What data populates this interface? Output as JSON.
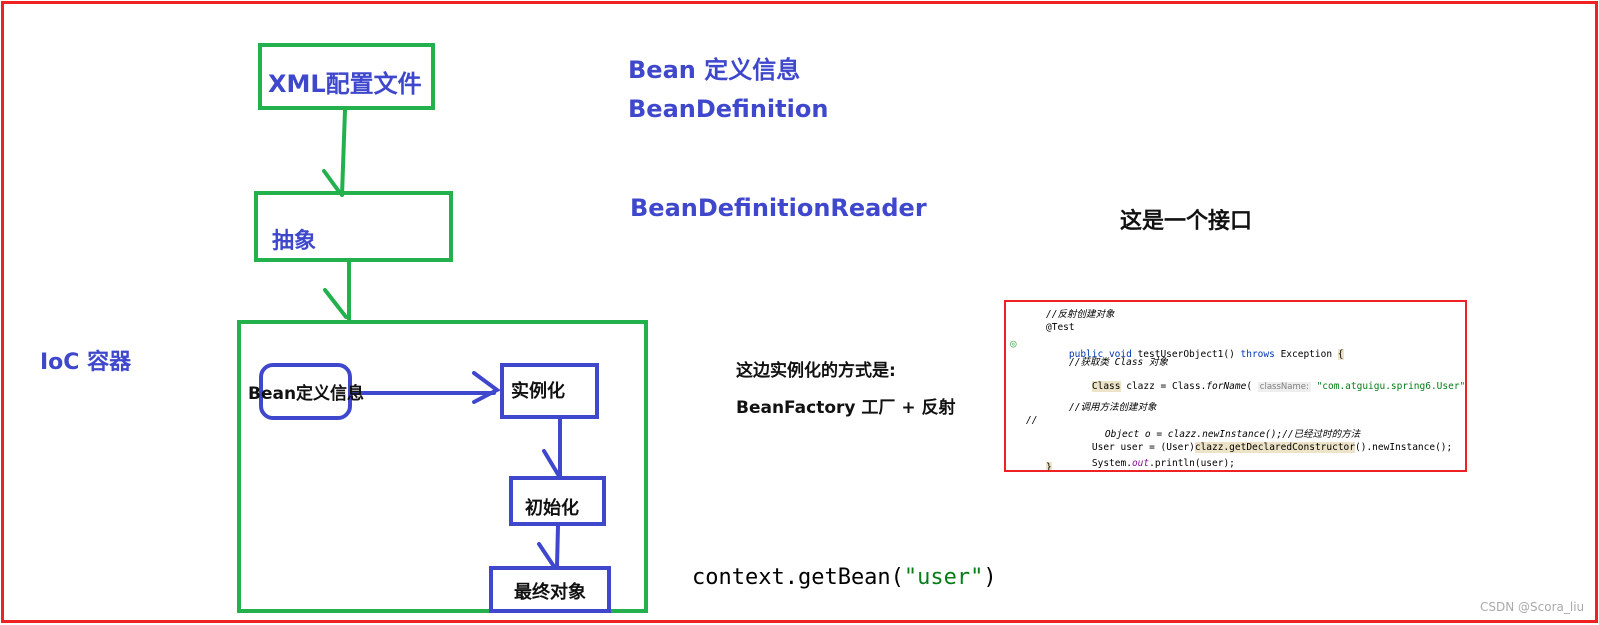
{
  "flow": {
    "xml_config": "XML配置文件",
    "abstract": "抽象",
    "container_label": "IoC 容器",
    "bean_def_info": "Bean定义信息",
    "instantiate": "实例化",
    "initialize": "初始化",
    "final_object": "最终对象"
  },
  "annotations": {
    "bean_def_title": "Bean 定义信息",
    "bean_definition": "BeanDefinition",
    "bean_definition_reader": "BeanDefinitionReader",
    "is_interface": "这是一个接口",
    "instantiation_way": "这边实例化的方式是:",
    "factory_reflection": "BeanFactory 工厂 + 反射",
    "get_bean_prefix": "context.getBean(",
    "get_bean_arg": "\"user\"",
    "get_bean_suffix": ")"
  },
  "code": {
    "c1": "//反射创建对象",
    "annotation": "@Test",
    "sig_public": "public",
    "sig_void": "void",
    "sig_name": " testUserObject1() ",
    "sig_throws": "throws",
    "sig_exc": " Exception ",
    "sig_brace": "{",
    "c2": "//获取类 Class 对象",
    "l3a": "Class",
    "l3b": " clazz = Class.",
    "l3c": "forName",
    "l3d": "( ",
    "l3hint": "className:",
    "l3str": " \"com.atguigu.spring6.User\"",
    "l3e": ");",
    "c3": "//调用方法创建对象",
    "l5mark": "//",
    "l5code": "Object o = clazz.newInstance();",
    "l5cm": "//已经过时的方法",
    "l6a": "User user = (User)",
    "l6hl": "clazz.getDeclaredConstructor",
    "l6b": "().newInstance();",
    "l7a": "System.",
    "l7out": "out",
    "l7b": ".println(user);",
    "end_brace": "}"
  },
  "watermark": "CSDN @Scora_liu",
  "colors": {
    "frame": "#ee2222",
    "green_box": "#22b14c",
    "blue_box": "#3f48cc",
    "label_blue": "#3f48cc"
  }
}
